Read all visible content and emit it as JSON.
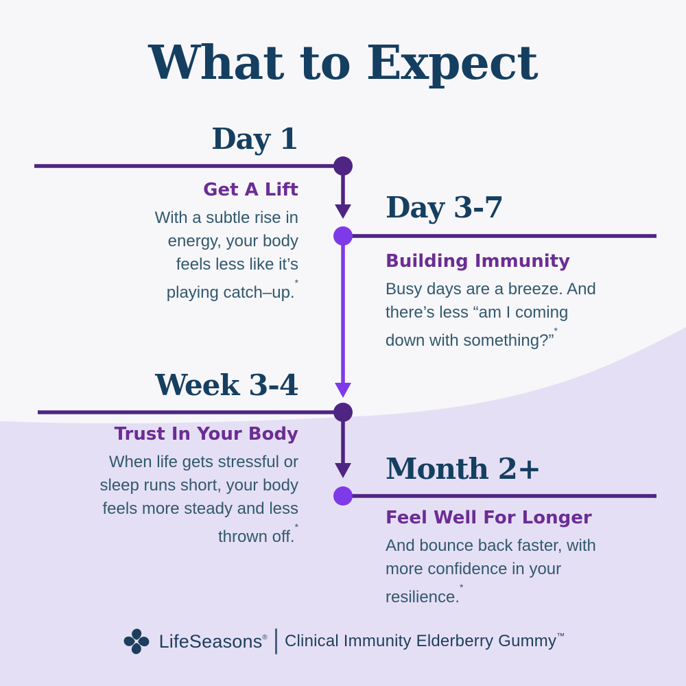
{
  "title": "What to Expect",
  "colors": {
    "navy": "#153f60",
    "slate": "#31596d",
    "purpleHeading": "#6b2d94",
    "purpleDark": "#4e2582",
    "violet": "#7e3ae8",
    "lavender": "#e5dff5",
    "bg": "#f7f6f9",
    "footerNavy": "#1d3e5c"
  },
  "milestones": [
    {
      "period": "Day 1",
      "heading": "Get A Lift",
      "side": "left",
      "body_lines": [
        "With a subtle rise in",
        "energy, your body",
        "feels less like it’s"
      ],
      "last_line": "playing catch–up.",
      "footnote_marker": "*"
    },
    {
      "period": "Day 3-7",
      "heading": "Building Immunity",
      "side": "right",
      "body_lines": [
        "Busy days are a breeze. And",
        "there’s less “am I coming"
      ],
      "last_line": "down with something?”",
      "footnote_marker": "*"
    },
    {
      "period": "Week 3-4",
      "heading": "Trust In Your Body",
      "side": "left",
      "body_lines": [
        "When life gets stressful or",
        "sleep runs short, your body",
        "feels more steady and less"
      ],
      "last_line": "thrown off.",
      "footnote_marker": "*"
    },
    {
      "period": "Month 2+",
      "heading": "Feel Well For Longer",
      "side": "right",
      "body_lines": [
        "And bounce back faster, with",
        "more confidence in your"
      ],
      "last_line": "resilience.",
      "footnote_marker": "*"
    }
  ],
  "footer": {
    "brand": "LifeSeasons",
    "registered_mark": "®",
    "product": "Clinical Immunity Elderberry Gummy",
    "trademark_mark": "™",
    "logo": "lifeseasons-pinwheel-icon"
  }
}
